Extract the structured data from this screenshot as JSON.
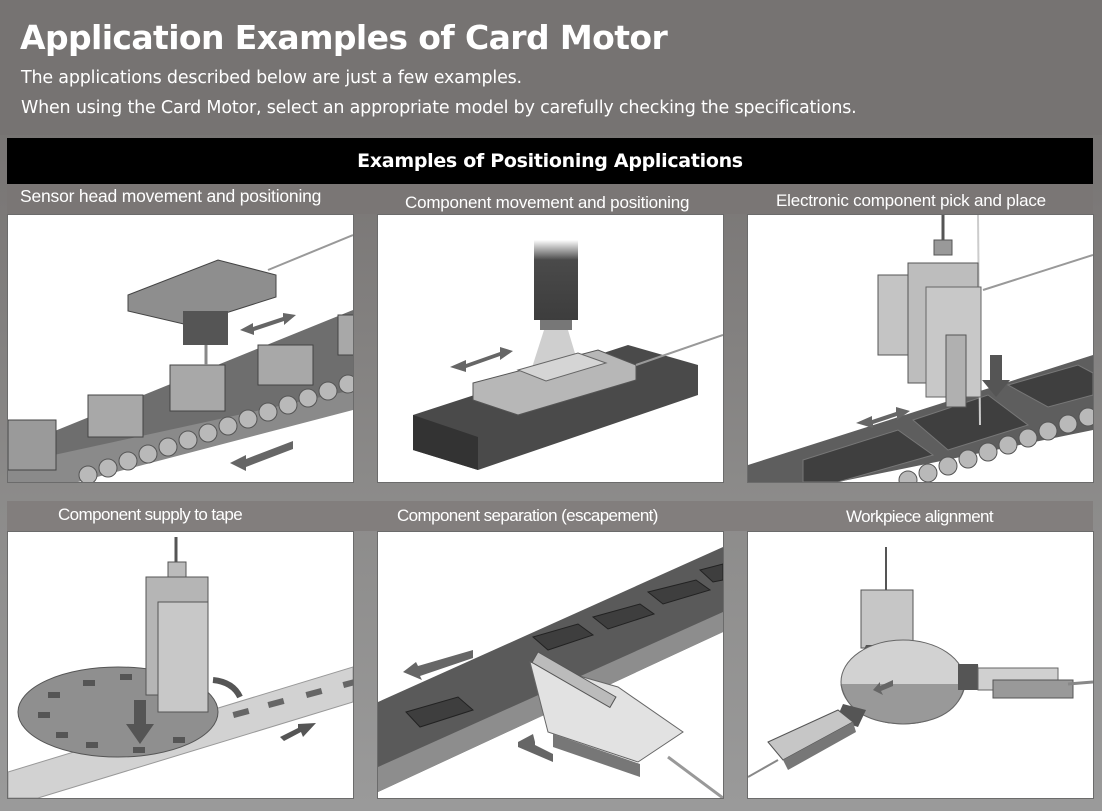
{
  "header": {
    "title": "Application Examples of Card Motor",
    "subtitle_line1": "The applications described below are just a few examples.",
    "subtitle_line2": "When using the Card Motor, select an appropriate model by carefully checking the specifications."
  },
  "section": {
    "title": "Examples of Positioning Applications"
  },
  "examples": [
    {
      "caption": "Sensor head movement and positioning",
      "illustration": "sensor-head-conveyor-illustration"
    },
    {
      "caption": "Component movement and positioning",
      "illustration": "camera-stage-illustration"
    },
    {
      "caption": "Electronic component pick and place",
      "illustration": "pick-and-place-illustration"
    },
    {
      "caption": "Component supply to tape",
      "illustration": "rotary-disc-tape-illustration"
    },
    {
      "caption": "Component separation (escapement)",
      "illustration": "escapement-conveyor-illustration"
    },
    {
      "caption": "Workpiece alignment",
      "illustration": "three-axis-alignment-illustration"
    }
  ],
  "colors": {
    "header_bg": "#767372",
    "banner_bg": "#000000",
    "caption_text": "#ffffff",
    "panel_bg": "#ffffff"
  }
}
